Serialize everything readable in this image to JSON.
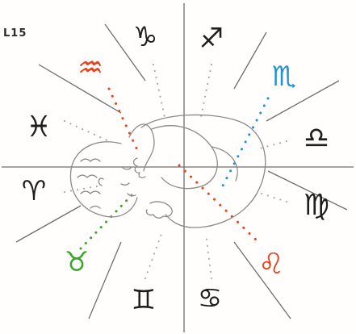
{
  "corner_label": "L15",
  "colors": {
    "ink": "#1e1e1e",
    "sketch": "#8a8a8a",
    "dots_grey": "#9a9a9a",
    "red": "#e8401c",
    "blue": "#1f8fd6",
    "green": "#3aa42a",
    "paper": "#fffefc"
  },
  "zodiac_signs": [
    {
      "key": "capricorn",
      "glyph": "♑",
      "color": "#1e1e1e"
    },
    {
      "key": "sagittarius",
      "glyph": "♐",
      "color": "#1e1e1e"
    },
    {
      "key": "scorpio",
      "glyph": "♏",
      "color": "#1f8fd6"
    },
    {
      "key": "libra",
      "glyph": "♎",
      "color": "#1e1e1e"
    },
    {
      "key": "virgo",
      "glyph": "♍",
      "color": "#1e1e1e"
    },
    {
      "key": "leo",
      "glyph": "♌",
      "color": "#e8401c"
    },
    {
      "key": "cancer",
      "glyph": "♋",
      "color": "#1e1e1e"
    },
    {
      "key": "gemini",
      "glyph": "♊",
      "color": "#1e1e1e"
    },
    {
      "key": "taurus",
      "glyph": "♉",
      "color": "#3aa42a"
    },
    {
      "key": "aries",
      "glyph": "♈",
      "color": "#1e1e1e"
    },
    {
      "key": "pisces",
      "glyph": "♓",
      "color": "#1e1e1e"
    },
    {
      "key": "aquarius",
      "glyph": "♒",
      "color": "#e8401c"
    }
  ],
  "illustration": "curled-fetus-sketch"
}
